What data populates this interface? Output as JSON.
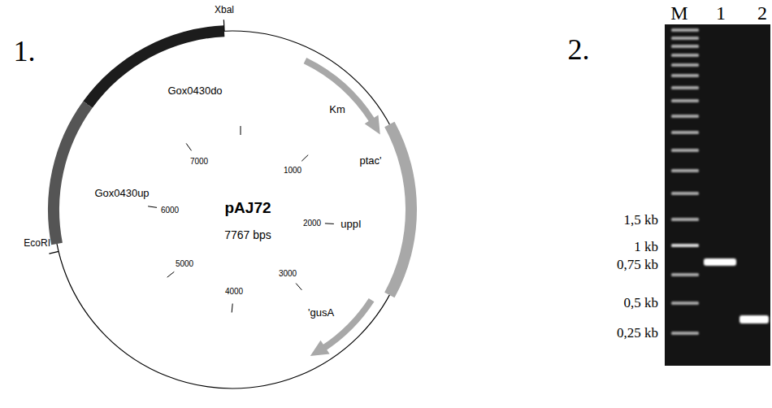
{
  "diagram": {
    "labels": [
      "1.",
      "Xbal",
      "Gox0430do",
      "Km",
      "ptac'",
      "uppI",
      "'gusA",
      "Gox0430up",
      "EcoRI",
      "pAJ72",
      "7767 bps",
      "1000",
      "2000",
      "3000",
      "4000",
      "5000",
      "6000",
      "7000",
      "2.",
      "M",
      "1",
      "2",
      "1,5 kb",
      "1 kb",
      "0,75 kb",
      "0,5 kb",
      "0,25 kb"
    ]
  }
}
